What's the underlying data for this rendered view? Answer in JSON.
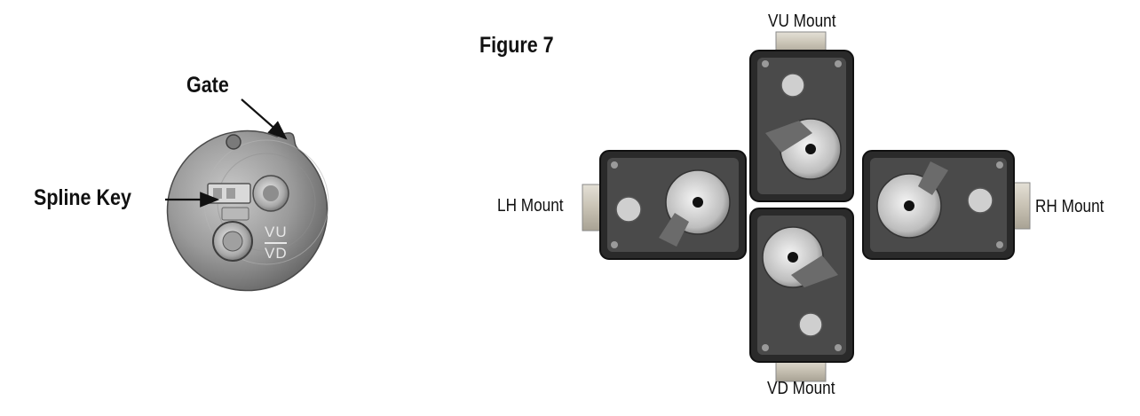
{
  "labels": {
    "gate": "Gate",
    "spline_key": "Spline Key",
    "figure_title": "Figure 7",
    "vu_mount": "VU Mount",
    "vd_mount": "VD Mount",
    "lh_mount": "LH Mount",
    "rh_mount": "RH Mount"
  },
  "wheel_marks": {
    "top": "VU",
    "bottom": "VD"
  }
}
